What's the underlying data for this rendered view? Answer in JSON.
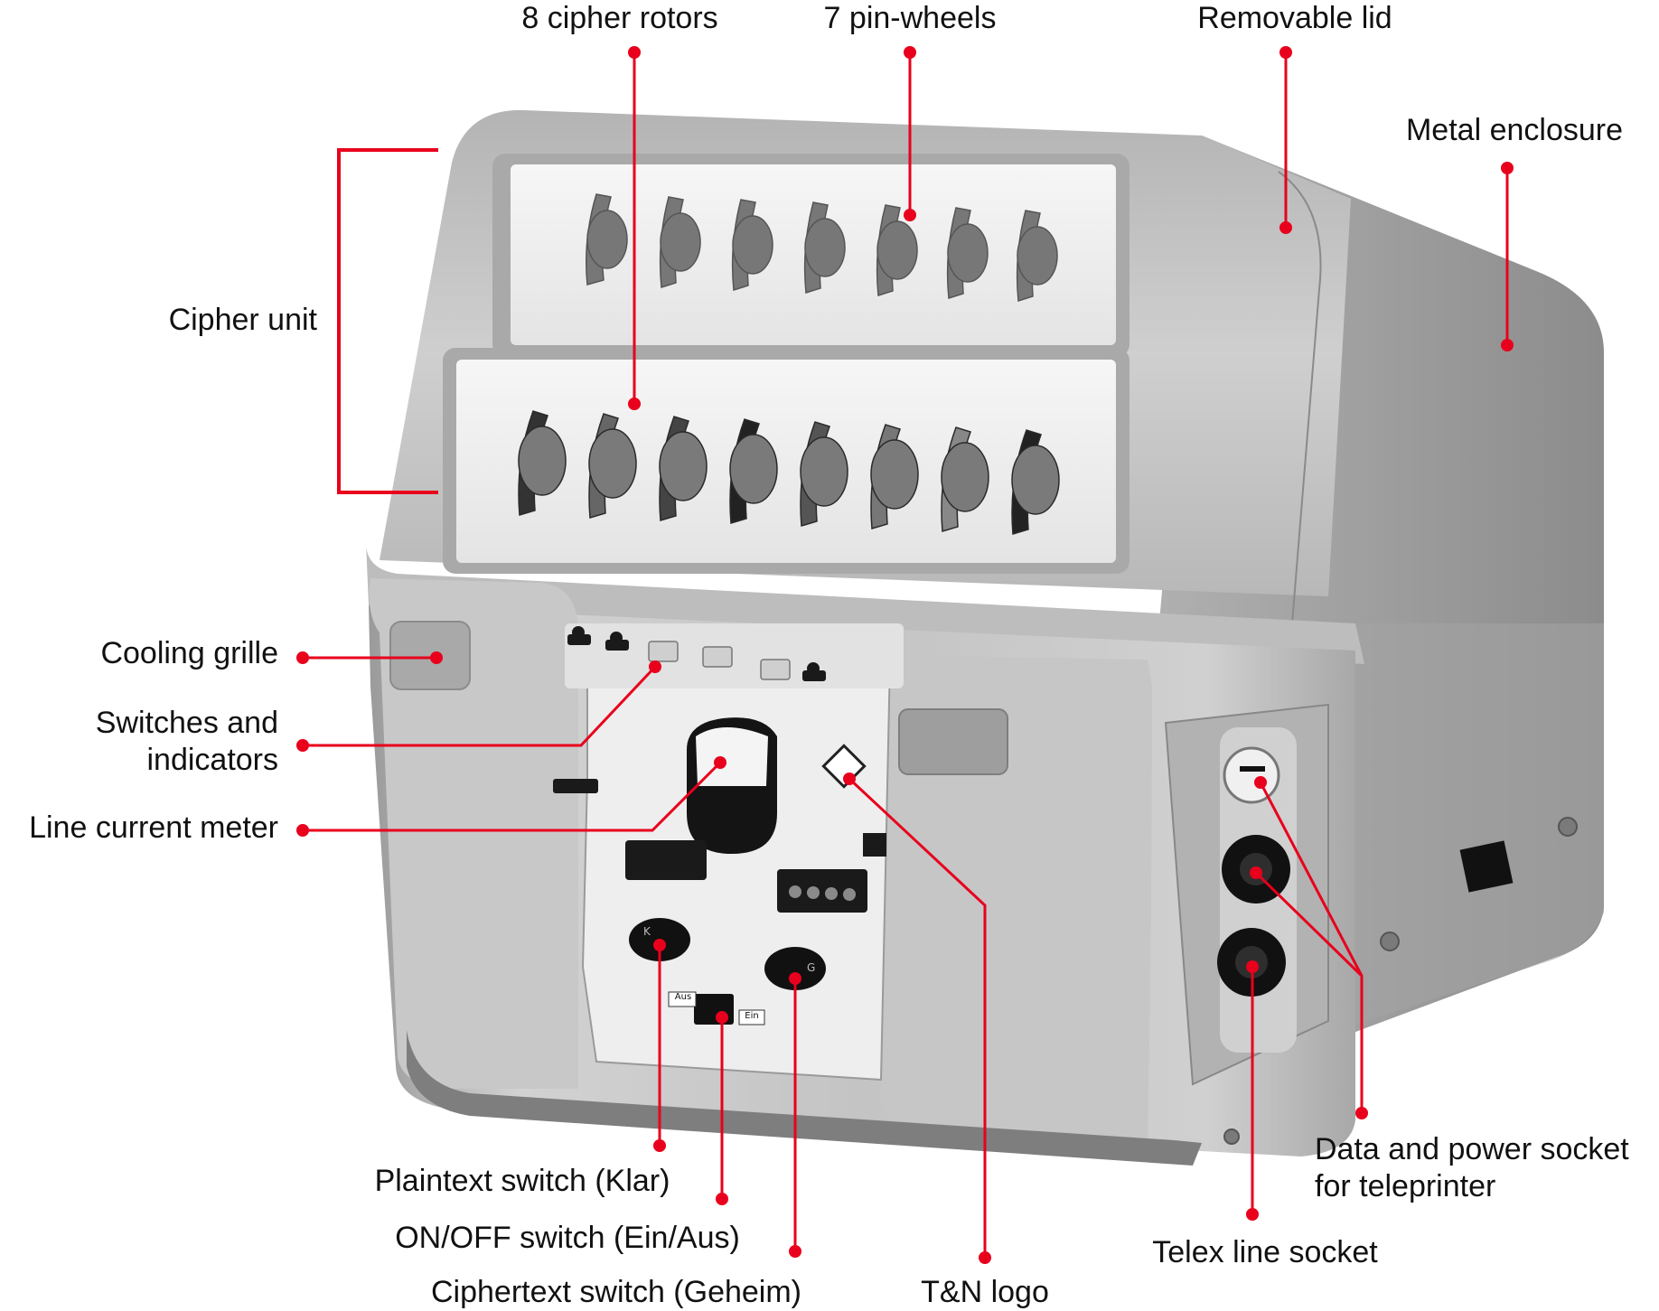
{
  "accent_color": "#e8001c",
  "labels": {
    "cipher_rotors": "8 cipher rotors",
    "pin_wheels": "7 pin-wheels",
    "removable_lid": "Removable lid",
    "metal_enclosure": "Metal enclosure",
    "cipher_unit": "Cipher unit",
    "cooling_grille": "Cooling grille",
    "switches_line1": "Switches and",
    "switches_line2": "indicators",
    "line_current_meter": "Line current meter",
    "plaintext_switch": "Plaintext switch  (Klar)",
    "on_off_switch": "ON/OFF switch (Ein/Aus)",
    "ciphertext_switch": "Ciphertext switch (Geheim)",
    "tn_logo": "T&N logo",
    "data_power_line1": "Data and power socket",
    "data_power_line2": "for teleprinter",
    "telex_socket": "Telex line socket"
  },
  "device_marks": {
    "switch_aus": "Aus",
    "switch_ein": "Ein",
    "key_k": "K",
    "key_g": "G"
  }
}
